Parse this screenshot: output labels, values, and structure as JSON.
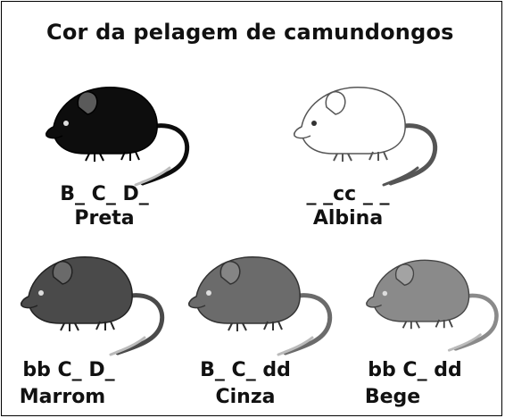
{
  "title": "Cor da pelagem de  camundongos",
  "mice": [
    {
      "genotype": "B_ C_ D_",
      "name": "Preta",
      "color": "#0d0d0d",
      "ear": "#5a5a5a",
      "line": "#000000"
    },
    {
      "genotype": "_ _cc _ _",
      "name": "Albina",
      "color": "#ffffff",
      "ear": "#ffffff",
      "line": "#555555"
    },
    {
      "genotype": "bb C_ D_",
      "name": "Marrom",
      "color": "#4a4a4a",
      "ear": "#6a6a6a",
      "line": "#222222"
    },
    {
      "genotype": "B_ C_ dd",
      "name": "Cinza",
      "color": "#6b6b6b",
      "ear": "#858585",
      "line": "#333333"
    },
    {
      "genotype": "bb C_ dd",
      "name": "Bege",
      "color": "#8a8a8a",
      "ear": "#a3a3a3",
      "line": "#444444"
    }
  ]
}
